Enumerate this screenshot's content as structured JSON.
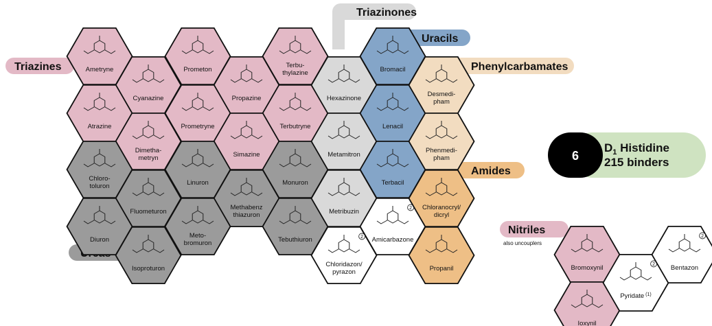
{
  "groups": {
    "triazines": "Triazines",
    "triazinones": "Triazinones",
    "uracils": "Uracils",
    "phenylcarbamates": "Phenylcarbamates",
    "amides": "Amides",
    "ureas": "Ureas",
    "nitriles": "Nitriles",
    "nitriles_note": "also uncouplers"
  },
  "summary": {
    "number": "6",
    "line1": "D",
    "line1_sub": "1",
    "line1_rest": " Histidine",
    "line2": "215 binders"
  },
  "colors": {
    "triazine": "#e3b9c6",
    "urea": "#9b9b9b",
    "triazinone": "#d9d9d9",
    "uracil": "#84a5c8",
    "phenylcarbamate": "#f2dcc0",
    "amide": "#eebf86",
    "nitrile": "#e3b9c6",
    "white": "#ffffff",
    "summary_green": "#cfe3c1",
    "summary_black": "#000000"
  },
  "compounds": [
    {
      "id": "ametryne",
      "name": "Ametryne",
      "cls": "triazine"
    },
    {
      "id": "prometon",
      "name": "Prometon",
      "cls": "triazine"
    },
    {
      "id": "terbuthylazine",
      "name": "Terbu-\nthylazine",
      "cls": "triazine"
    },
    {
      "id": "cyanazine",
      "name": "Cyanazine",
      "cls": "triazine"
    },
    {
      "id": "propazine",
      "name": "Propazine",
      "cls": "triazine"
    },
    {
      "id": "atrazine",
      "name": "Atrazine",
      "cls": "triazine"
    },
    {
      "id": "prometryne",
      "name": "Prometryne",
      "cls": "triazine"
    },
    {
      "id": "terbutryne",
      "name": "Terbutryne",
      "cls": "triazine"
    },
    {
      "id": "dimethametryn",
      "name": "Dimetha-\nmetryn",
      "cls": "triazine"
    },
    {
      "id": "simazine",
      "name": "Simazine",
      "cls": "triazine"
    },
    {
      "id": "chlorotoluron",
      "name": "Chloro-\ntoluron",
      "cls": "urea"
    },
    {
      "id": "linuron",
      "name": "Linuron",
      "cls": "urea"
    },
    {
      "id": "monuron",
      "name": "Monuron",
      "cls": "urea"
    },
    {
      "id": "fluometuron",
      "name": "Fluometuron",
      "cls": "urea"
    },
    {
      "id": "methabenzthiazuron",
      "name": "Methabenz\nthiazuron",
      "cls": "urea"
    },
    {
      "id": "diuron",
      "name": "Diuron",
      "cls": "urea"
    },
    {
      "id": "metobromuron",
      "name": "Meto-\nbromuron",
      "cls": "urea"
    },
    {
      "id": "tebuthiuron",
      "name": "Tebuthiuron",
      "cls": "urea"
    },
    {
      "id": "isoproturon",
      "name": "Isoproturon",
      "cls": "urea"
    },
    {
      "id": "hexazinone",
      "name": "Hexazinone",
      "cls": "triazinone"
    },
    {
      "id": "metamitron",
      "name": "Metamitron",
      "cls": "triazinone"
    },
    {
      "id": "metribuzin",
      "name": "Metribuzin",
      "cls": "triazinone"
    },
    {
      "id": "chloridazon",
      "name": "Chloridazon/\npyrazon",
      "cls": "white",
      "mark": "2"
    },
    {
      "id": "bromacil",
      "name": "Bromacil",
      "cls": "uracil"
    },
    {
      "id": "lenacil",
      "name": "Lenacil",
      "cls": "uracil"
    },
    {
      "id": "terbacil",
      "name": "Terbacil",
      "cls": "uracil"
    },
    {
      "id": "amicarbazone",
      "name": "Amicarbazone",
      "cls": "white",
      "mark": "2"
    },
    {
      "id": "desmedipham",
      "name": "Desmedi-\npham",
      "cls": "phenylcarbamate"
    },
    {
      "id": "phenmedipham",
      "name": "Phenmedi-\npham",
      "cls": "phenylcarbamate"
    },
    {
      "id": "chloranocryl",
      "name": "Chloranocryl/\ndicryl",
      "cls": "amide"
    },
    {
      "id": "propanil",
      "name": "Propanil",
      "cls": "amide"
    },
    {
      "id": "bromoxynil",
      "name": "Bromoxynil",
      "cls": "nitrile"
    },
    {
      "id": "ioxynil",
      "name": "Ioxynil",
      "cls": "nitrile"
    },
    {
      "id": "pyridate",
      "name": "Pyridate",
      "cls": "white",
      "mark": "2",
      "label_mark": "1"
    },
    {
      "id": "bentazon",
      "name": "Bentazon",
      "cls": "white",
      "mark": "2"
    }
  ]
}
